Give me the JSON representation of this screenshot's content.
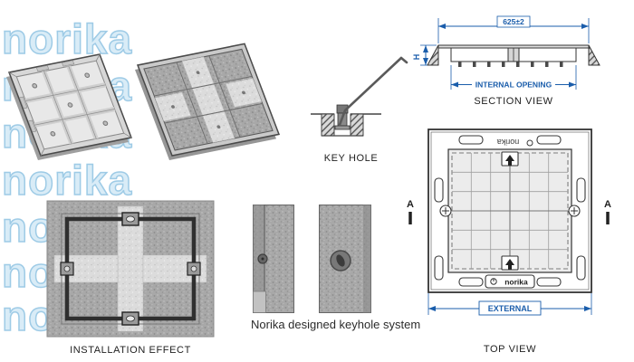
{
  "watermark": {
    "text": "norika"
  },
  "keyhole_detail": {
    "label": "KEY HOLE"
  },
  "section_view": {
    "label": "SECTION VIEW",
    "width_dim": "625±2",
    "height_dim": "H",
    "internal_dim": "INTERNAL OPENING"
  },
  "installation": {
    "label": "INSTALLATION EFFECT"
  },
  "keyhole_photos": {
    "caption": "Norika designed keyhole system"
  },
  "top_view": {
    "label": "TOP VIEW",
    "external_dim": "EXTERNAL",
    "section_marker": "A",
    "brand": "norika"
  },
  "colors": {
    "dimension_blue": "#1a5dab",
    "watermark_blue": "#9ecbe6",
    "line_dark": "#333333"
  }
}
